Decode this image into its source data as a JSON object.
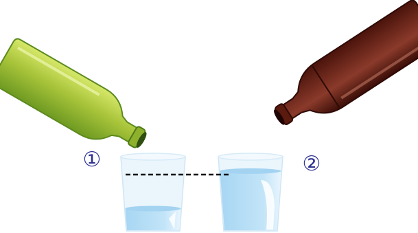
{
  "labels": {
    "glass_1": "①",
    "glass_2": "②"
  },
  "colors": {
    "green_bottle": "#a8c43a",
    "green_bottle_edge": "#5c8a1e",
    "brown_bottle": "#6b1f12",
    "brown_bottle_edge": "#2e0a06",
    "glass": "#e6f3fb",
    "water": "#b5ddf5",
    "label_ring": "#2e3192",
    "dashed_line": "#000000"
  },
  "levels": {
    "glass_1_fill": 0.3,
    "glass_2_fill": 0.82
  }
}
